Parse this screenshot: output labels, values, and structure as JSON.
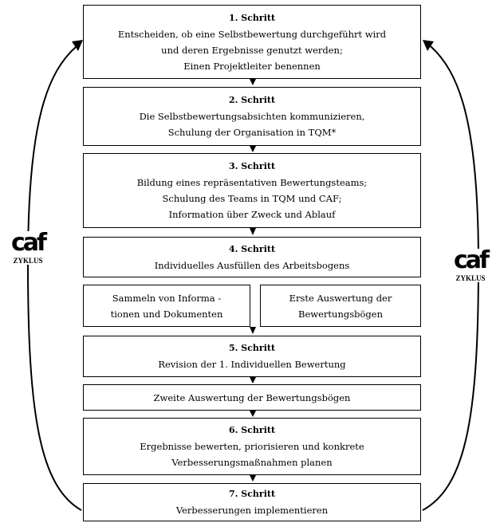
{
  "steps": [
    {
      "title": "1. Schritt",
      "lines": [
        "Entscheiden, ob eine Selbstbewertung durchgeführt wird",
        "und deren Ergebnisse genutzt werden;",
        "Einen Projektleiter benennen"
      ]
    },
    {
      "title": "2. Schritt",
      "lines": [
        "Die Selbstbewertungsabsichten kommunizieren,",
        "Schulung der Organisation in TQM*"
      ]
    },
    {
      "title": "3. Schritt",
      "lines": [
        "Bildung eines repräsentativen Bewertungsteams;",
        "Schulung des Teams in TQM und CAF;",
        "Information über Zweck und Ablauf"
      ]
    },
    {
      "title": "4. Schritt",
      "lines": [
        "Individuelles Ausfüllen des Arbeitsbogens"
      ]
    },
    {
      "title": "",
      "lines": [
        "Sammeln von Informa -",
        "tionen und Dokumenten"
      ]
    },
    {
      "title": "",
      "lines": [
        "Erste Auswertung der",
        "Bewertungsbögen"
      ]
    },
    {
      "title": "5. Schritt",
      "lines": [
        "Revision der 1. Individuellen Bewertung"
      ]
    },
    {
      "title": "",
      "lines": [
        "Zweite Auswertung der Bewertungsbögen"
      ]
    },
    {
      "title": "6. Schritt",
      "lines": [
        "Ergebnisse bewerten, priorisieren und konkrete",
        "Verbesserungsmaßnahmen planen"
      ]
    },
    {
      "title": "7. Schritt",
      "lines": [
        "Verbesserungen implementieren"
      ]
    }
  ],
  "logo_left": {
    "mark": "caf",
    "caption": "ZYKLUS"
  },
  "logo_right": {
    "mark": "caf",
    "caption": "ZYKLUS"
  }
}
